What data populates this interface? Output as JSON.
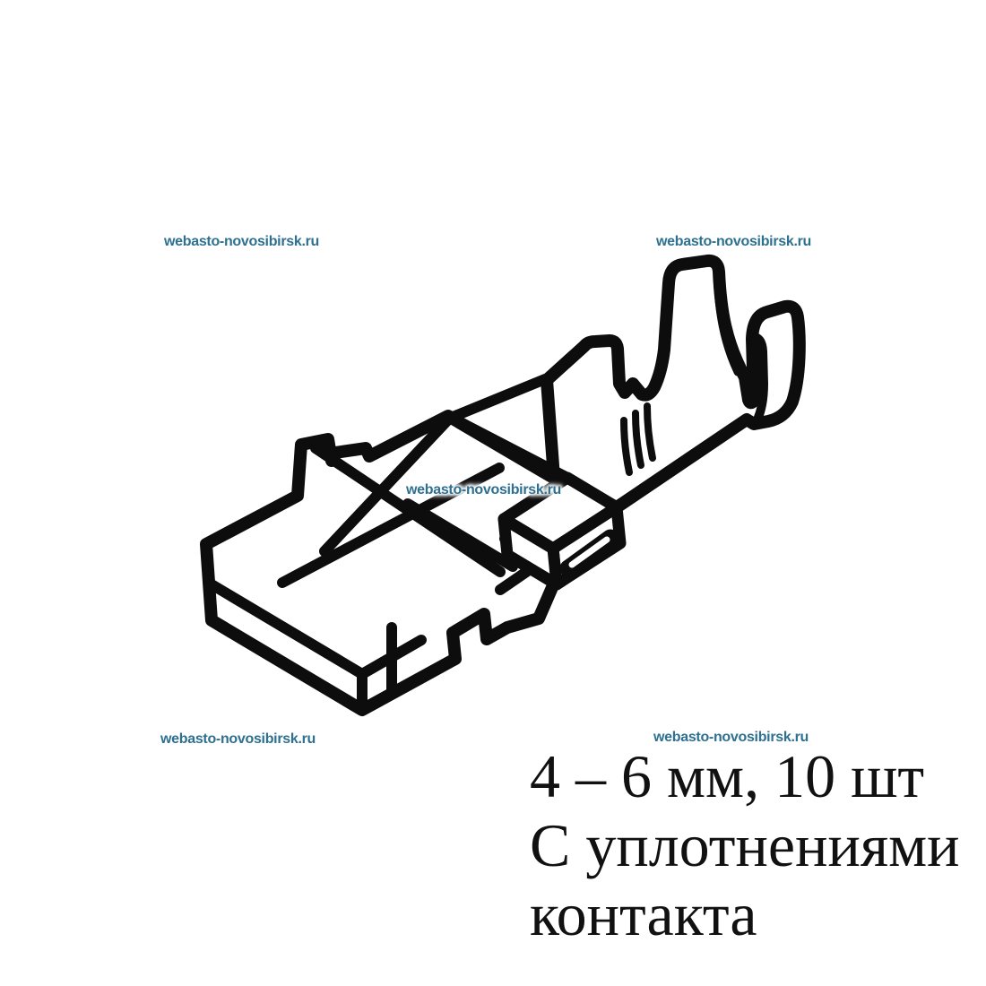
{
  "image": {
    "background_color": "#ffffff",
    "kind": "product technical illustration"
  },
  "watermark": {
    "text": "webasto-novosibirsk.ru",
    "color": "#2e7090",
    "positions": [
      "top-left",
      "top-right",
      "center-on-drawing",
      "bottom-left",
      "bottom-right"
    ]
  },
  "caption": {
    "line1": "4 – 6 мм, 10 шт",
    "line2": "С уплотнениями",
    "line3": "контакта",
    "color": "#111111"
  },
  "diagram": {
    "type": "black-and-white line drawing",
    "subject": "crimp terminal contact with seal (female connector contact)",
    "line_color": "#0d0d0d",
    "parts": [
      "seal body block",
      "latch tabs",
      "contact box with slot",
      "crimp wings",
      "wire serrations"
    ]
  }
}
